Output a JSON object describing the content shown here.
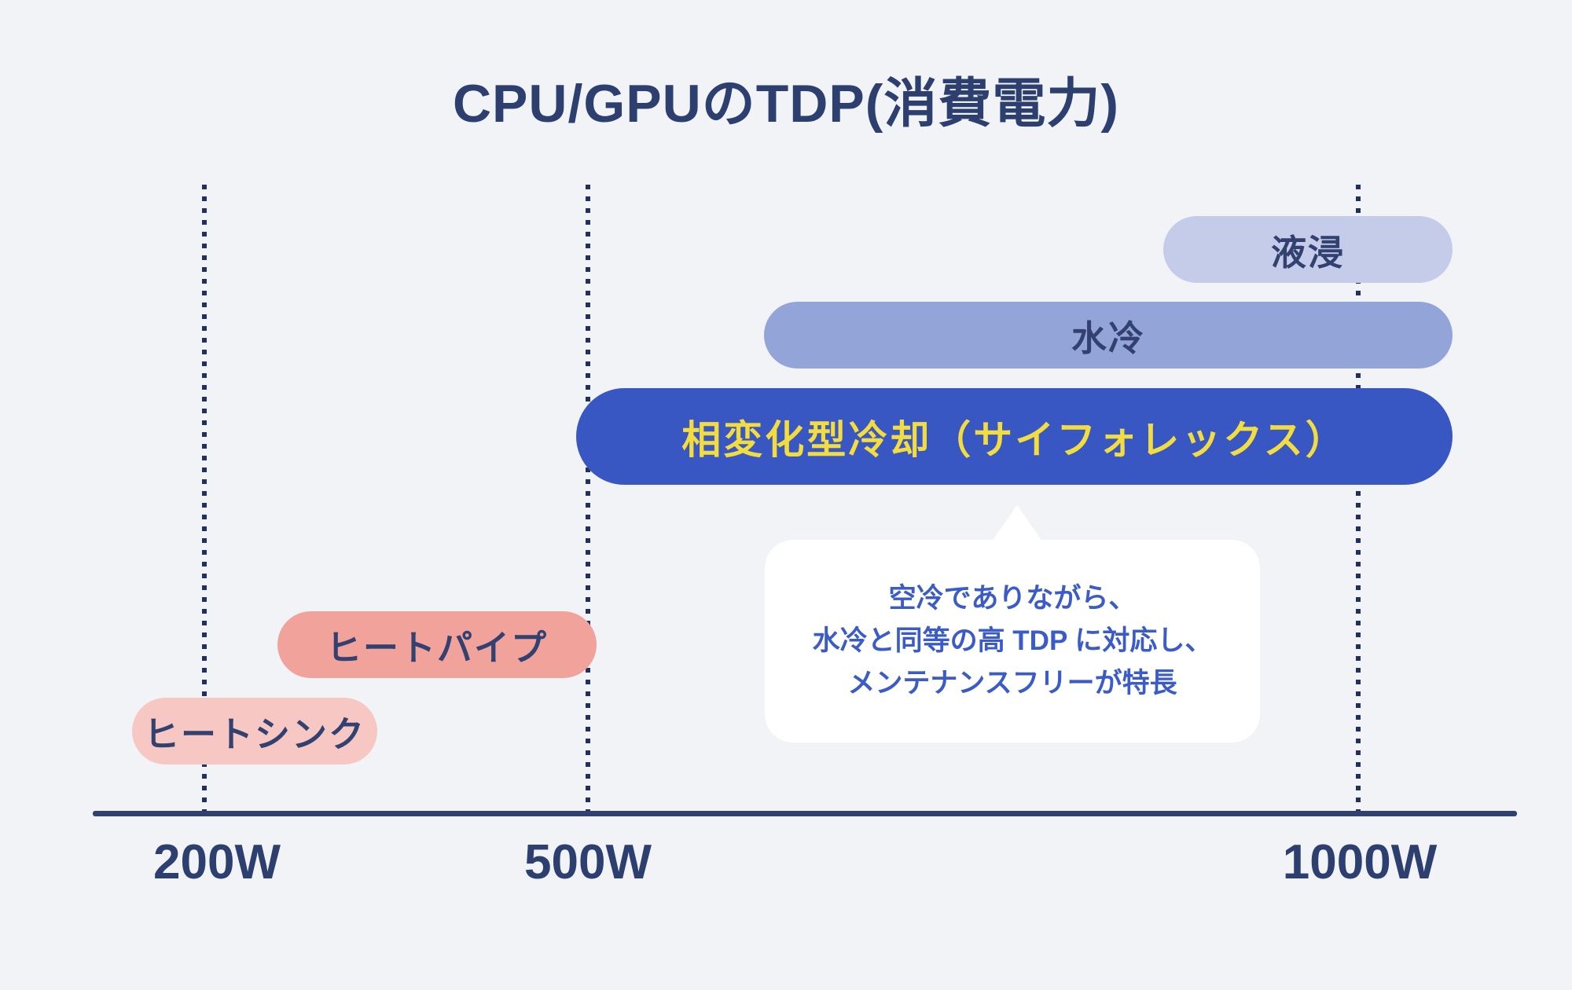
{
  "title": "CPU/GPUのTDP(消費電力)",
  "axis": {
    "ticks": [
      "200W",
      "500W",
      "1000W"
    ]
  },
  "bars": {
    "immersion": {
      "label": "液浸"
    },
    "water": {
      "label": "水冷"
    },
    "phase": {
      "label": "相変化型冷却（サイフォレックス）"
    },
    "heatpipe": {
      "label": "ヒートパイプ"
    },
    "heatsink": {
      "label": "ヒートシンク"
    }
  },
  "callout": {
    "lines": [
      "空冷でありながら、",
      "水冷と同等の高 TDP に対応し、",
      "メンテナンスフリーが特長"
    ]
  },
  "colors": {
    "background": "#f2f3f6",
    "navy_text": "#2c3f6f",
    "immersion_pill": "#c5cce9",
    "water_pill": "#93a4d8",
    "phase_pill": "#3857c2",
    "phase_text_yellow": "#f3dc3f",
    "heatpipe_pill": "#f0a29b",
    "heatsink_pill": "#f7c8c3",
    "callout_text_blue": "#3b5cc8"
  },
  "chart_data": {
    "type": "bar",
    "orientation": "horizontal-range",
    "title": "CPU/GPUのTDP(消費電力)",
    "x_unit": "W",
    "x_ticks": [
      200,
      500,
      1000
    ],
    "x_tick_labels": [
      "200W",
      "500W",
      "1000W"
    ],
    "grid": "dotted vertical lines at each tick",
    "series": [
      {
        "name": "液浸",
        "range_w": [
          870,
          1060
        ],
        "color": "#c5cce9"
      },
      {
        "name": "水冷",
        "range_w": [
          615,
          1060
        ],
        "color": "#93a4d8"
      },
      {
        "name": "相変化型冷却（サイフォレックス）",
        "range_w": [
          490,
          1060
        ],
        "color": "#3857c2",
        "highlight": true
      },
      {
        "name": "ヒートパイプ",
        "range_w": [
          255,
          505
        ],
        "color": "#f0a29b"
      },
      {
        "name": "ヒートシンク",
        "range_w": [
          140,
          335
        ],
        "color": "#f7c8c3"
      }
    ],
    "annotation": {
      "attached_to": "相変化型冷却（サイフォレックス）",
      "text": "空冷でありながら、水冷と同等の高 TDP に対応し、メンテナンスフリーが特長"
    }
  }
}
